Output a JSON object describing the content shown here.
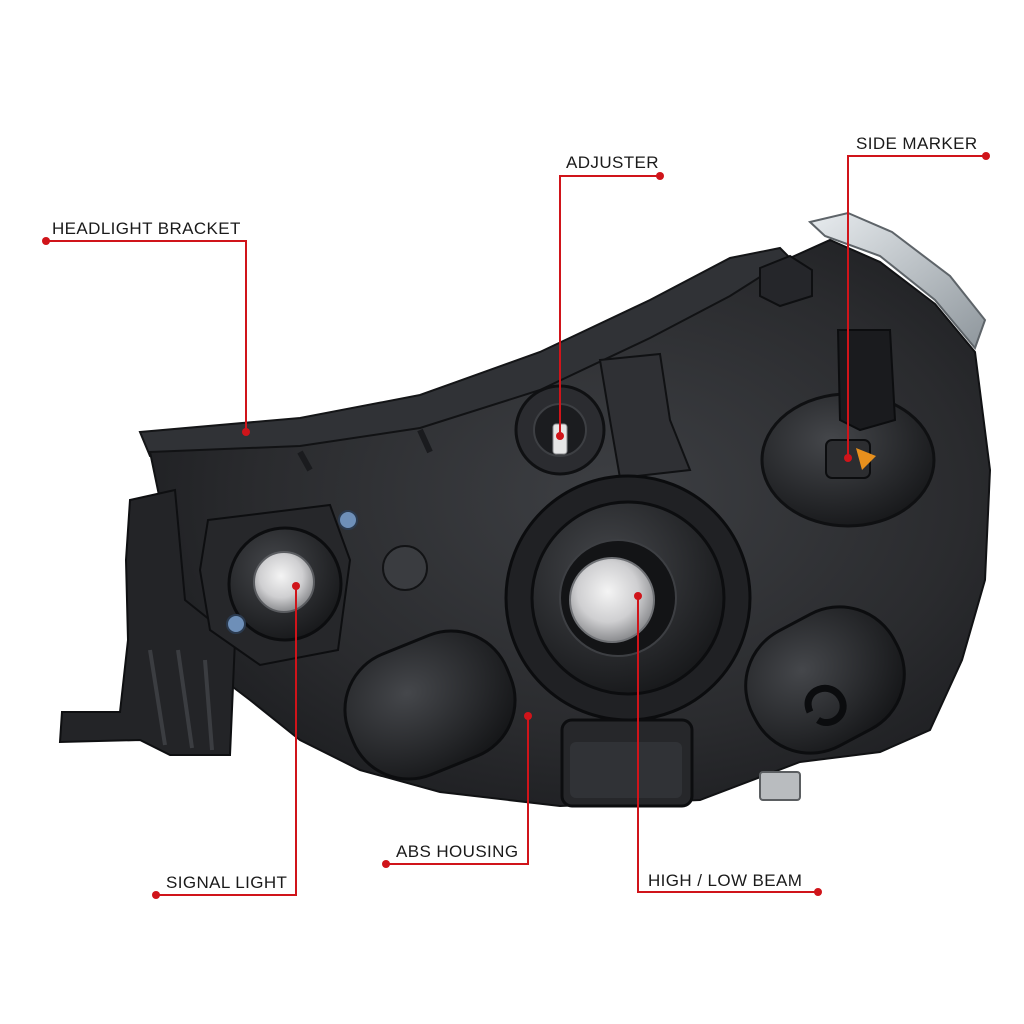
{
  "callouts": {
    "headlight_bracket": "HEADLIGHT BRACKET",
    "adjuster": "ADJUSTER",
    "side_marker": "SIDE MARKER",
    "signal_light": "SIGNAL LIGHT",
    "abs_housing": "ABS HOUSING",
    "high_low_beam": "HIGH / LOW BEAM"
  },
  "colors": {
    "leader_line": "#d0141a",
    "housing": "#2a2b2e",
    "housing_dark": "#16171a",
    "housing_light": "#4a4c50",
    "background": "#ffffff"
  }
}
